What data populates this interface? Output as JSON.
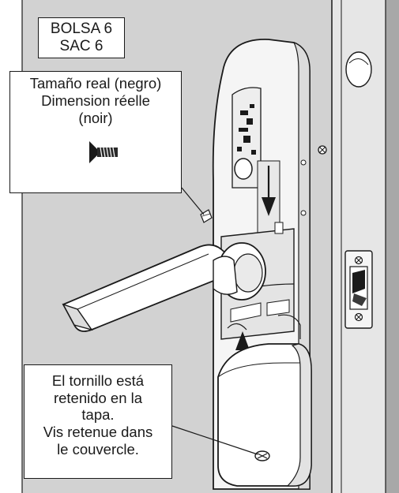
{
  "bag_label": {
    "line1": "BOLSA 6",
    "line2": "SAC 6"
  },
  "screw_label": {
    "line1": "Tamaño real (negro)",
    "line2": "Dimension réelle",
    "line3": "(noir)"
  },
  "note_label": {
    "line1": "El tornillo está",
    "line2": "retenido en la",
    "line3": "tapa.",
    "line4": "Vis retenue dans",
    "line5": "le couvercle."
  },
  "colors": {
    "line": "#1a1a1a",
    "door_panel": "#d2d2d2",
    "door_edge": "#e6e6e6",
    "frame_shadow": "#a8a8a8",
    "lock_body": "#f5f5f5",
    "lock_shade": "#dcdcdc",
    "cover": "#ffffff"
  },
  "icons": [
    "countersunk-screw-icon",
    "screw-head-icon",
    "down-arrow-icon",
    "up-arrow-icon",
    "lever-handle-icon",
    "strike-plate-icon"
  ]
}
